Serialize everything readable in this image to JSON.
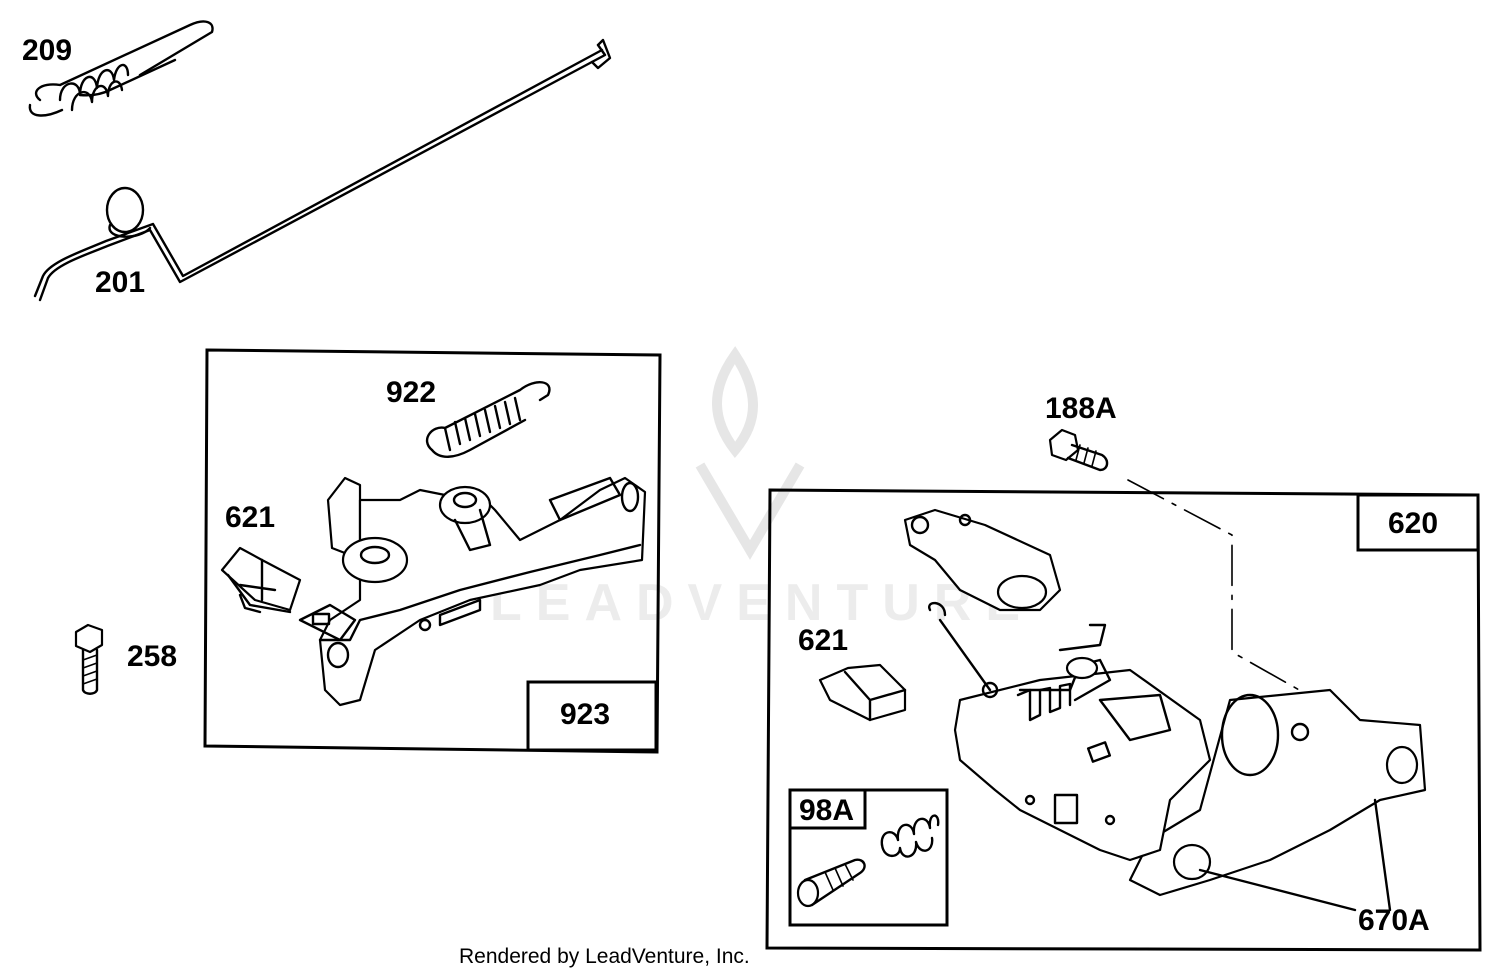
{
  "labels": {
    "p209": "209",
    "p201": "201",
    "p922": "922",
    "p621a": "621",
    "p258": "258",
    "p923": "923",
    "p188A": "188A",
    "p620": "620",
    "p621b": "621",
    "p98A": "98A",
    "p670A": "670A"
  },
  "watermark": "LEADVENTURE",
  "footer": "Rendered by LeadVenture, Inc."
}
